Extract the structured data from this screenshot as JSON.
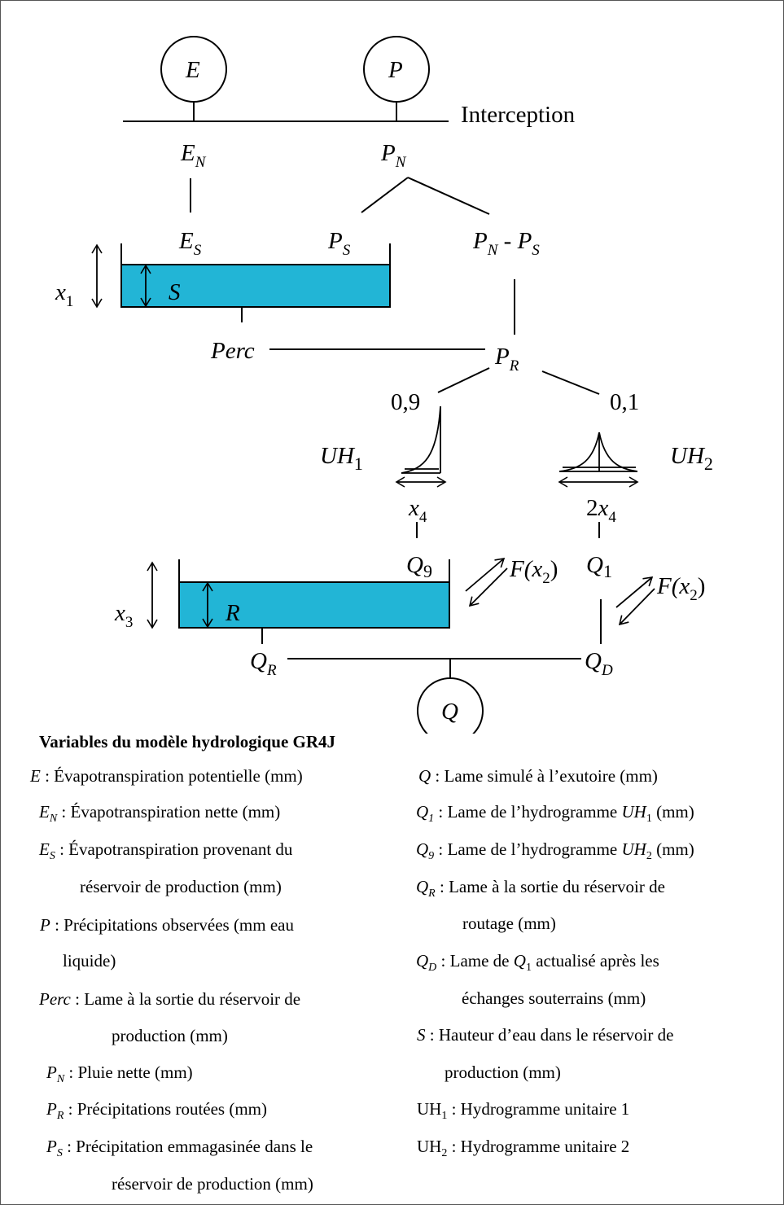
{
  "diagram": {
    "inputs": {
      "E": "E",
      "P": "P",
      "interception": "Interception"
    },
    "flows": {
      "EN": "E",
      "EN_sub": "N",
      "PN": "P",
      "PN_sub": "N",
      "ES": "E",
      "ES_sub": "S",
      "PS": "P",
      "PS_sub": "S",
      "PNPS_a": "P",
      "PNPS_a_sub": "N",
      "PNPS_mid": " - ",
      "PNPS_b": "P",
      "PNPS_b_sub": "S",
      "Perc": "Perc",
      "PR": "P",
      "PR_sub": "R",
      "split_09": "0,9",
      "split_01": "0,1",
      "UH1": "UH",
      "UH1_sub": "1",
      "UH2": "UH",
      "UH2_sub": "2",
      "x4": "x",
      "x4_sub": "4",
      "twox4_coef": "2",
      "twox4": "x",
      "twox4_sub": "4",
      "Q9": "Q",
      "Q9_sub": "9",
      "Q1": "Q",
      "Q1_sub": "1",
      "F_a": "F(x",
      "F_a_sub": "2",
      "F_a_end": ")",
      "F_b": "F(x",
      "F_b_sub": "2",
      "F_b_end": ")",
      "QR": "Q",
      "QR_sub": "R",
      "QD": "Q",
      "QD_sub": "D",
      "Q": "Q"
    },
    "stores": {
      "x1": "x",
      "x1_sub": "1",
      "S": "S",
      "x3": "x",
      "x3_sub": "3",
      "R": "R"
    },
    "store_color": "#22b5d6"
  },
  "legend": {
    "title": "Variables du modèle hydrologique GR4J",
    "left": [
      {
        "sym": "E",
        "sub": "",
        "text": " : Évapotranspiration potentielle (mm)"
      },
      {
        "sym": "E",
        "sub": "N",
        "text": " : Évapotranspiration nette (mm)"
      },
      {
        "sym": "E",
        "sub": "S",
        "text": " : Évapotranspiration provenant du"
      },
      {
        "sym": "",
        "sub": "",
        "text": "réservoir de production (mm)"
      },
      {
        "sym": "P",
        "sub": "",
        "text": " : Précipitations observées (mm eau"
      },
      {
        "sym": "",
        "sub": "",
        "text": "liquide)"
      },
      {
        "sym": "Perc",
        "sub": "",
        "text": " : Lame à la sortie du réservoir de"
      },
      {
        "sym": "",
        "sub": "",
        "text": "production (mm)"
      },
      {
        "sym": "P",
        "sub": "N",
        "text": " : Pluie nette (mm)"
      },
      {
        "sym": "P",
        "sub": "R",
        "text": " : Précipitations routées (mm)"
      },
      {
        "sym": "P",
        "sub": "S",
        "text": " : Précipitation emmagasinée dans le"
      },
      {
        "sym": "",
        "sub": "",
        "text": "réservoir de production (mm)"
      }
    ],
    "right": [
      {
        "sym": "Q",
        "sub": "",
        "text": " : Lame simulé à l’exutoire (mm)"
      },
      {
        "sym": "Q",
        "sub": "1",
        "text": " : Lame de l’hydrogramme ",
        "sym2": "UH",
        "sub2": "1",
        "text2": " (mm)"
      },
      {
        "sym": "Q",
        "sub": "9",
        "text": " : Lame de l’hydrogramme ",
        "sym2": "UH",
        "sub2": "2",
        "text2": " (mm)"
      },
      {
        "sym": "Q",
        "sub": "R",
        "text": " : Lame à la sortie du réservoir de"
      },
      {
        "sym": "",
        "sub": "",
        "text": "routage (mm)"
      },
      {
        "sym": "Q",
        "sub": "D",
        "text": " : Lame de ",
        "sym2": "Q",
        "sub2": "1",
        "text2": " actualisé après les"
      },
      {
        "sym": "",
        "sub": "",
        "text": "échanges souterrains (mm)"
      },
      {
        "sym": "S",
        "sub": "",
        "text": " : Hauteur d’eau dans le réservoir de"
      },
      {
        "sym": "",
        "sub": "",
        "text": "production (mm)"
      },
      {
        "sym": "",
        "sub": "",
        "text": "UH",
        "upsub": "1",
        "text2": " : Hydrogramme unitaire 1"
      },
      {
        "sym": "",
        "sub": "",
        "text": "UH",
        "upsub": "2",
        "text2": " : Hydrogramme unitaire 2"
      }
    ]
  }
}
